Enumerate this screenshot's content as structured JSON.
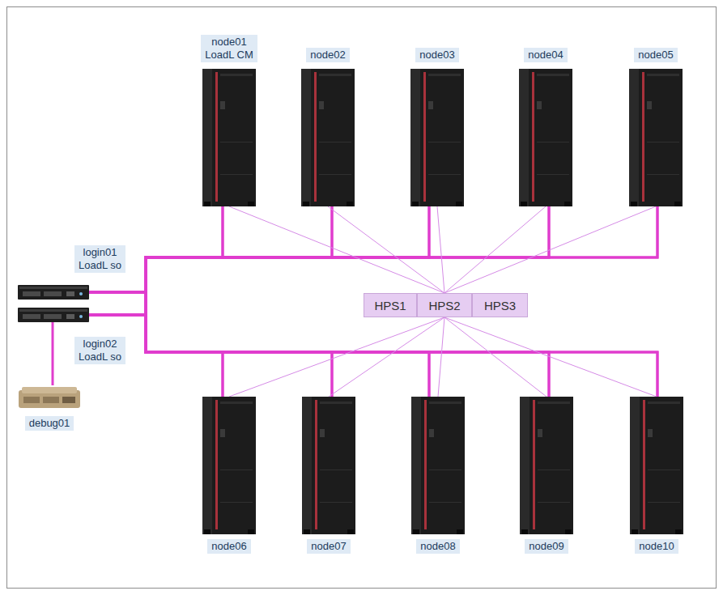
{
  "diagram": {
    "nodes": [
      {
        "text": [
          "node01",
          "LoadL CM"
        ]
      },
      {
        "text": [
          "node02"
        ]
      },
      {
        "text": [
          "node03"
        ]
      },
      {
        "text": [
          "node04"
        ]
      },
      {
        "text": [
          "node05"
        ]
      },
      {
        "text": [
          "login01",
          "LoadL so"
        ]
      },
      {
        "text": [
          "login02",
          "LoadL so"
        ]
      },
      {
        "text": [
          "HPS1"
        ]
      },
      {
        "text": [
          "HPS2"
        ]
      },
      {
        "text": [
          "HPS3"
        ]
      },
      {
        "text": [
          "debug01"
        ]
      },
      {
        "text": [
          "node06"
        ]
      },
      {
        "text": [
          "node07"
        ]
      },
      {
        "text": [
          "node08"
        ]
      },
      {
        "text": [
          "node09"
        ]
      },
      {
        "text": [
          "node10"
        ]
      }
    ],
    "edges": [
      {
        "from": 5,
        "to": 0,
        "arrow": "none"
      },
      {
        "from": 5,
        "to": 1,
        "arrow": "none"
      },
      {
        "from": 5,
        "to": 2,
        "arrow": "none"
      },
      {
        "from": 5,
        "to": 3,
        "arrow": "none"
      },
      {
        "from": 5,
        "to": 4,
        "arrow": "none"
      },
      {
        "from": 5,
        "to": 11,
        "arrow": "none"
      },
      {
        "from": 5,
        "to": 12,
        "arrow": "none"
      },
      {
        "from": 5,
        "to": 13,
        "arrow": "none"
      },
      {
        "from": 5,
        "to": 14,
        "arrow": "none"
      },
      {
        "from": 5,
        "to": 15,
        "arrow": "none"
      },
      {
        "from": 6,
        "to": 0,
        "arrow": "none"
      },
      {
        "from": 6,
        "to": 1,
        "arrow": "none"
      },
      {
        "from": 6,
        "to": 2,
        "arrow": "none"
      },
      {
        "from": 6,
        "to": 3,
        "arrow": "none"
      },
      {
        "from": 6,
        "to": 4,
        "arrow": "none"
      },
      {
        "from": 6,
        "to": 11,
        "arrow": "none"
      },
      {
        "from": 6,
        "to": 12,
        "arrow": "none"
      },
      {
        "from": 6,
        "to": 13,
        "arrow": "none"
      },
      {
        "from": 6,
        "to": 14,
        "arrow": "none"
      },
      {
        "from": 6,
        "to": 15,
        "arrow": "none"
      },
      {
        "from": 8,
        "to": 0,
        "arrow": "none"
      },
      {
        "from": 8,
        "to": 1,
        "arrow": "none"
      },
      {
        "from": 8,
        "to": 2,
        "arrow": "none"
      },
      {
        "from": 8,
        "to": 3,
        "arrow": "none"
      },
      {
        "from": 8,
        "to": 4,
        "arrow": "none"
      },
      {
        "from": 8,
        "to": 11,
        "arrow": "none"
      },
      {
        "from": 8,
        "to": 12,
        "arrow": "none"
      },
      {
        "from": 8,
        "to": 13,
        "arrow": "none"
      },
      {
        "from": 8,
        "to": 14,
        "arrow": "none"
      },
      {
        "from": 8,
        "to": 15,
        "arrow": "none"
      },
      {
        "from": 6,
        "to": 10,
        "arrow": "none"
      }
    ]
  }
}
